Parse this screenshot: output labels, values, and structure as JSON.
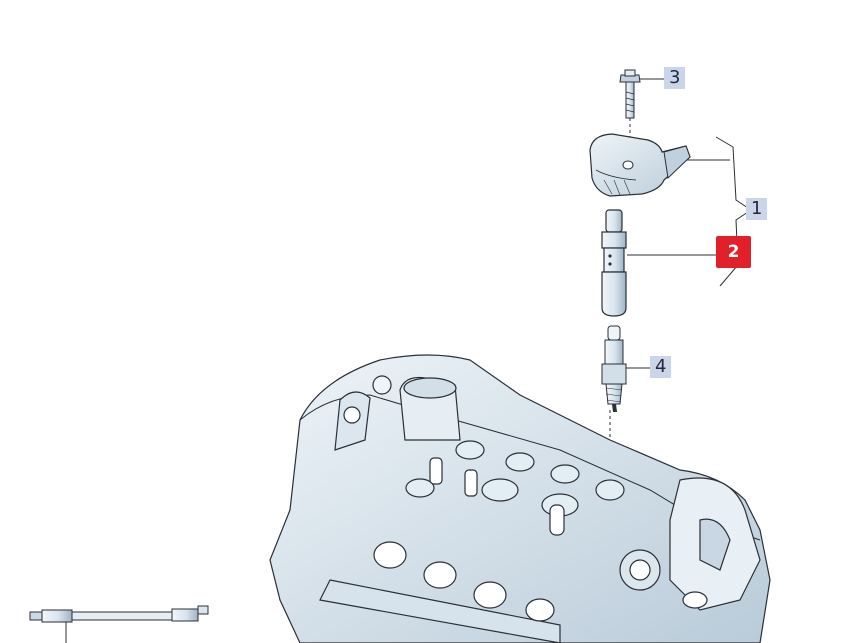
{
  "diagram": {
    "callouts": [
      {
        "id": "1",
        "label": "1",
        "highlighted": false
      },
      {
        "id": "2",
        "label": "2",
        "highlighted": true
      },
      {
        "id": "3",
        "label": "3",
        "highlighted": false
      },
      {
        "id": "4",
        "label": "4",
        "highlighted": false
      }
    ],
    "colors": {
      "callout_bg": "#c9d6ea",
      "callout_active_bg": "#e2202a",
      "part_fill": "#e3edf4",
      "part_shadow": "#a9bccd",
      "outline": "#2b2f36"
    }
  }
}
